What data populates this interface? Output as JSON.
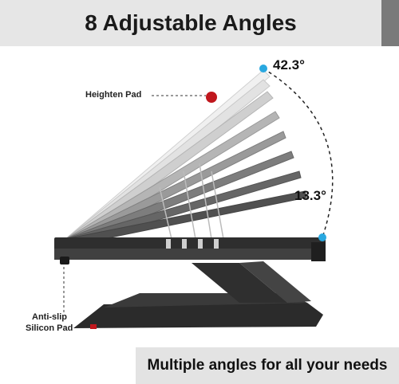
{
  "header": {
    "title": "8 Adjustable Angles"
  },
  "callouts": {
    "heighten_pad": "Heighten Pad",
    "anti_slip_line1": "Anti-slip",
    "anti_slip_line2": "Silicon Pad"
  },
  "angles": {
    "max": "42.3°",
    "min": "13.3°"
  },
  "footer": {
    "text": "Multiple angles for all your needs"
  },
  "colors": {
    "marker": "#29a8e0",
    "pad": "#c0171d",
    "stand": "#2b2b2b"
  }
}
